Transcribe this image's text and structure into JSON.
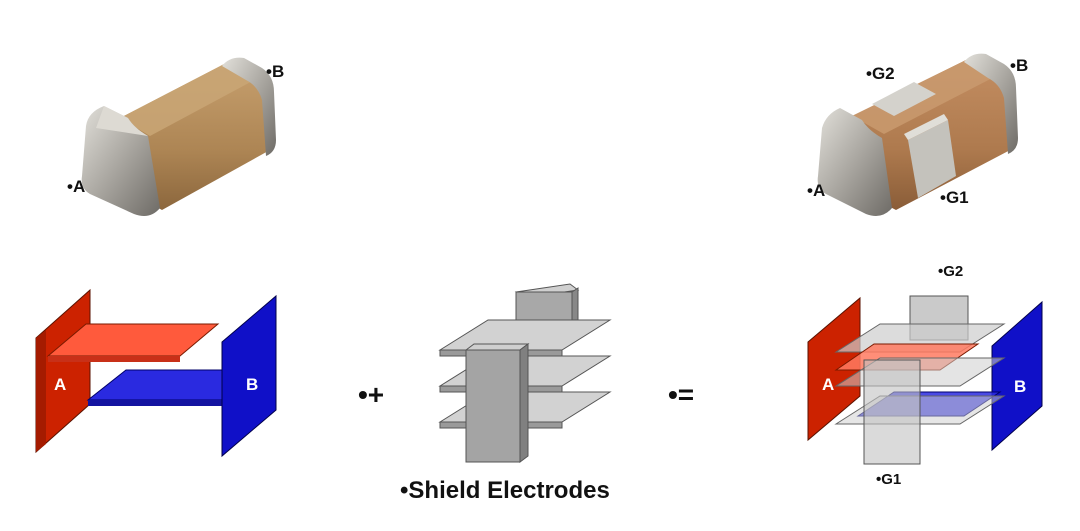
{
  "labels": {
    "cap_a": "•A",
    "cap_b": "•B",
    "filt_a": "•A",
    "filt_b": "•B",
    "filt_g1": "•G1",
    "filt_g2": "•G2",
    "elec_a": "A",
    "elec_b": "B",
    "plus": "•+",
    "equals": "•=",
    "shield_caption": "•Shield Electrodes",
    "combo_a": "A",
    "combo_b": "B",
    "combo_g1": "•G1",
    "combo_g2": "•G2"
  },
  "colors": {
    "electrode_a": "#cc2200",
    "electrode_a_plate": "#ff5a3c",
    "electrode_b": "#1010c8",
    "electrode_b_plate": "#2a2ae0",
    "shield": "#c8c8c8",
    "ceramic": "#b08858",
    "terminal": "#b4b2ac"
  }
}
